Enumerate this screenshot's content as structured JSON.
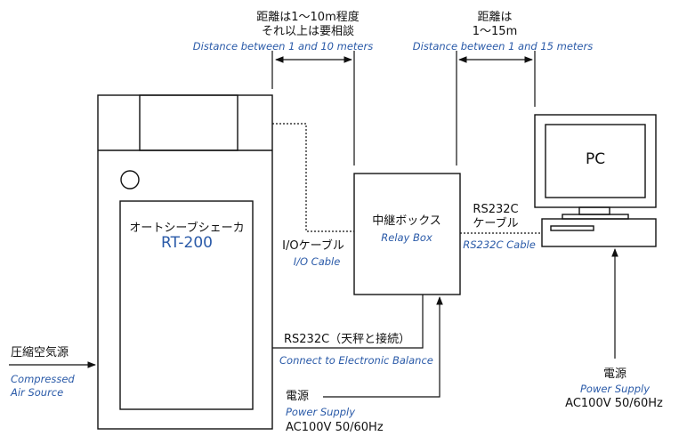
{
  "distance_left": {
    "jp_line1": "距離は1～10m程度",
    "jp_line2": "それ以上は要相談",
    "en": "Distance between 1 and 10 meters"
  },
  "distance_right": {
    "jp_line1": "距離は",
    "jp_line2": "1～15m",
    "en": "Distance between 1 and 15 meters"
  },
  "shaker": {
    "name": "オートシーブシェーカ",
    "model": "RT-200"
  },
  "relay_box": {
    "jp": "中継ボックス",
    "en": "Relay Box"
  },
  "pc": {
    "label": "PC"
  },
  "io_cable": {
    "jp": "I/Oケーブル",
    "en": "I/O Cable"
  },
  "rs232c_cable": {
    "jp_line1": "RS232C",
    "jp_line2": "ケーブル",
    "en": "RS232C Cable"
  },
  "balance_connection": {
    "jp": "RS232C（天秤と接続）",
    "en": "Connect to Electronic Balance"
  },
  "compressed_air": {
    "jp": "圧縮空気源",
    "en_line1": "Compressed",
    "en_line2": "Air Source"
  },
  "power_relay": {
    "jp": "電源",
    "en": "Power Supply",
    "spec": "AC100V 50/60Hz"
  },
  "power_pc": {
    "jp": "電源",
    "en": "Power Supply",
    "spec": "AC100V 50/60Hz"
  }
}
